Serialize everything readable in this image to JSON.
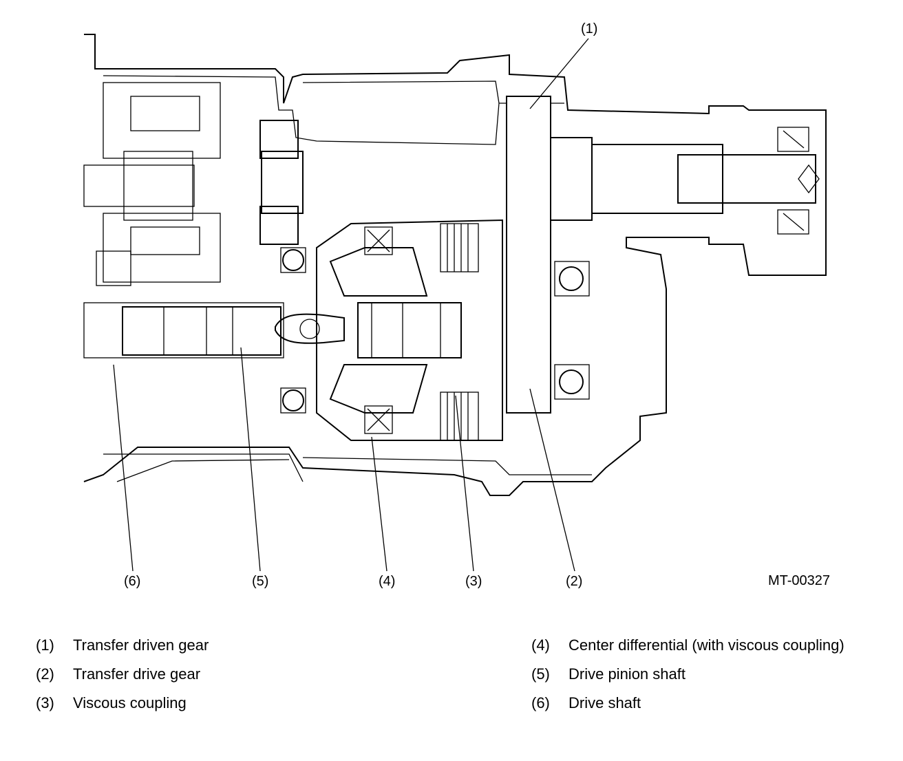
{
  "figure_id": "MT-00327",
  "callouts": {
    "c1": "(1)",
    "c2": "(2)",
    "c3": "(3)",
    "c4": "(4)",
    "c5": "(5)",
    "c6": "(6)"
  },
  "legend": [
    {
      "num": "(1)",
      "text": "Transfer driven gear"
    },
    {
      "num": "(2)",
      "text": "Transfer drive gear"
    },
    {
      "num": "(3)",
      "text": "Viscous coupling"
    },
    {
      "num": "(4)",
      "text": "Center differential (with viscous coupling)"
    },
    {
      "num": "(5)",
      "text": "Drive pinion shaft"
    },
    {
      "num": "(6)",
      "text": "Drive shaft"
    }
  ]
}
